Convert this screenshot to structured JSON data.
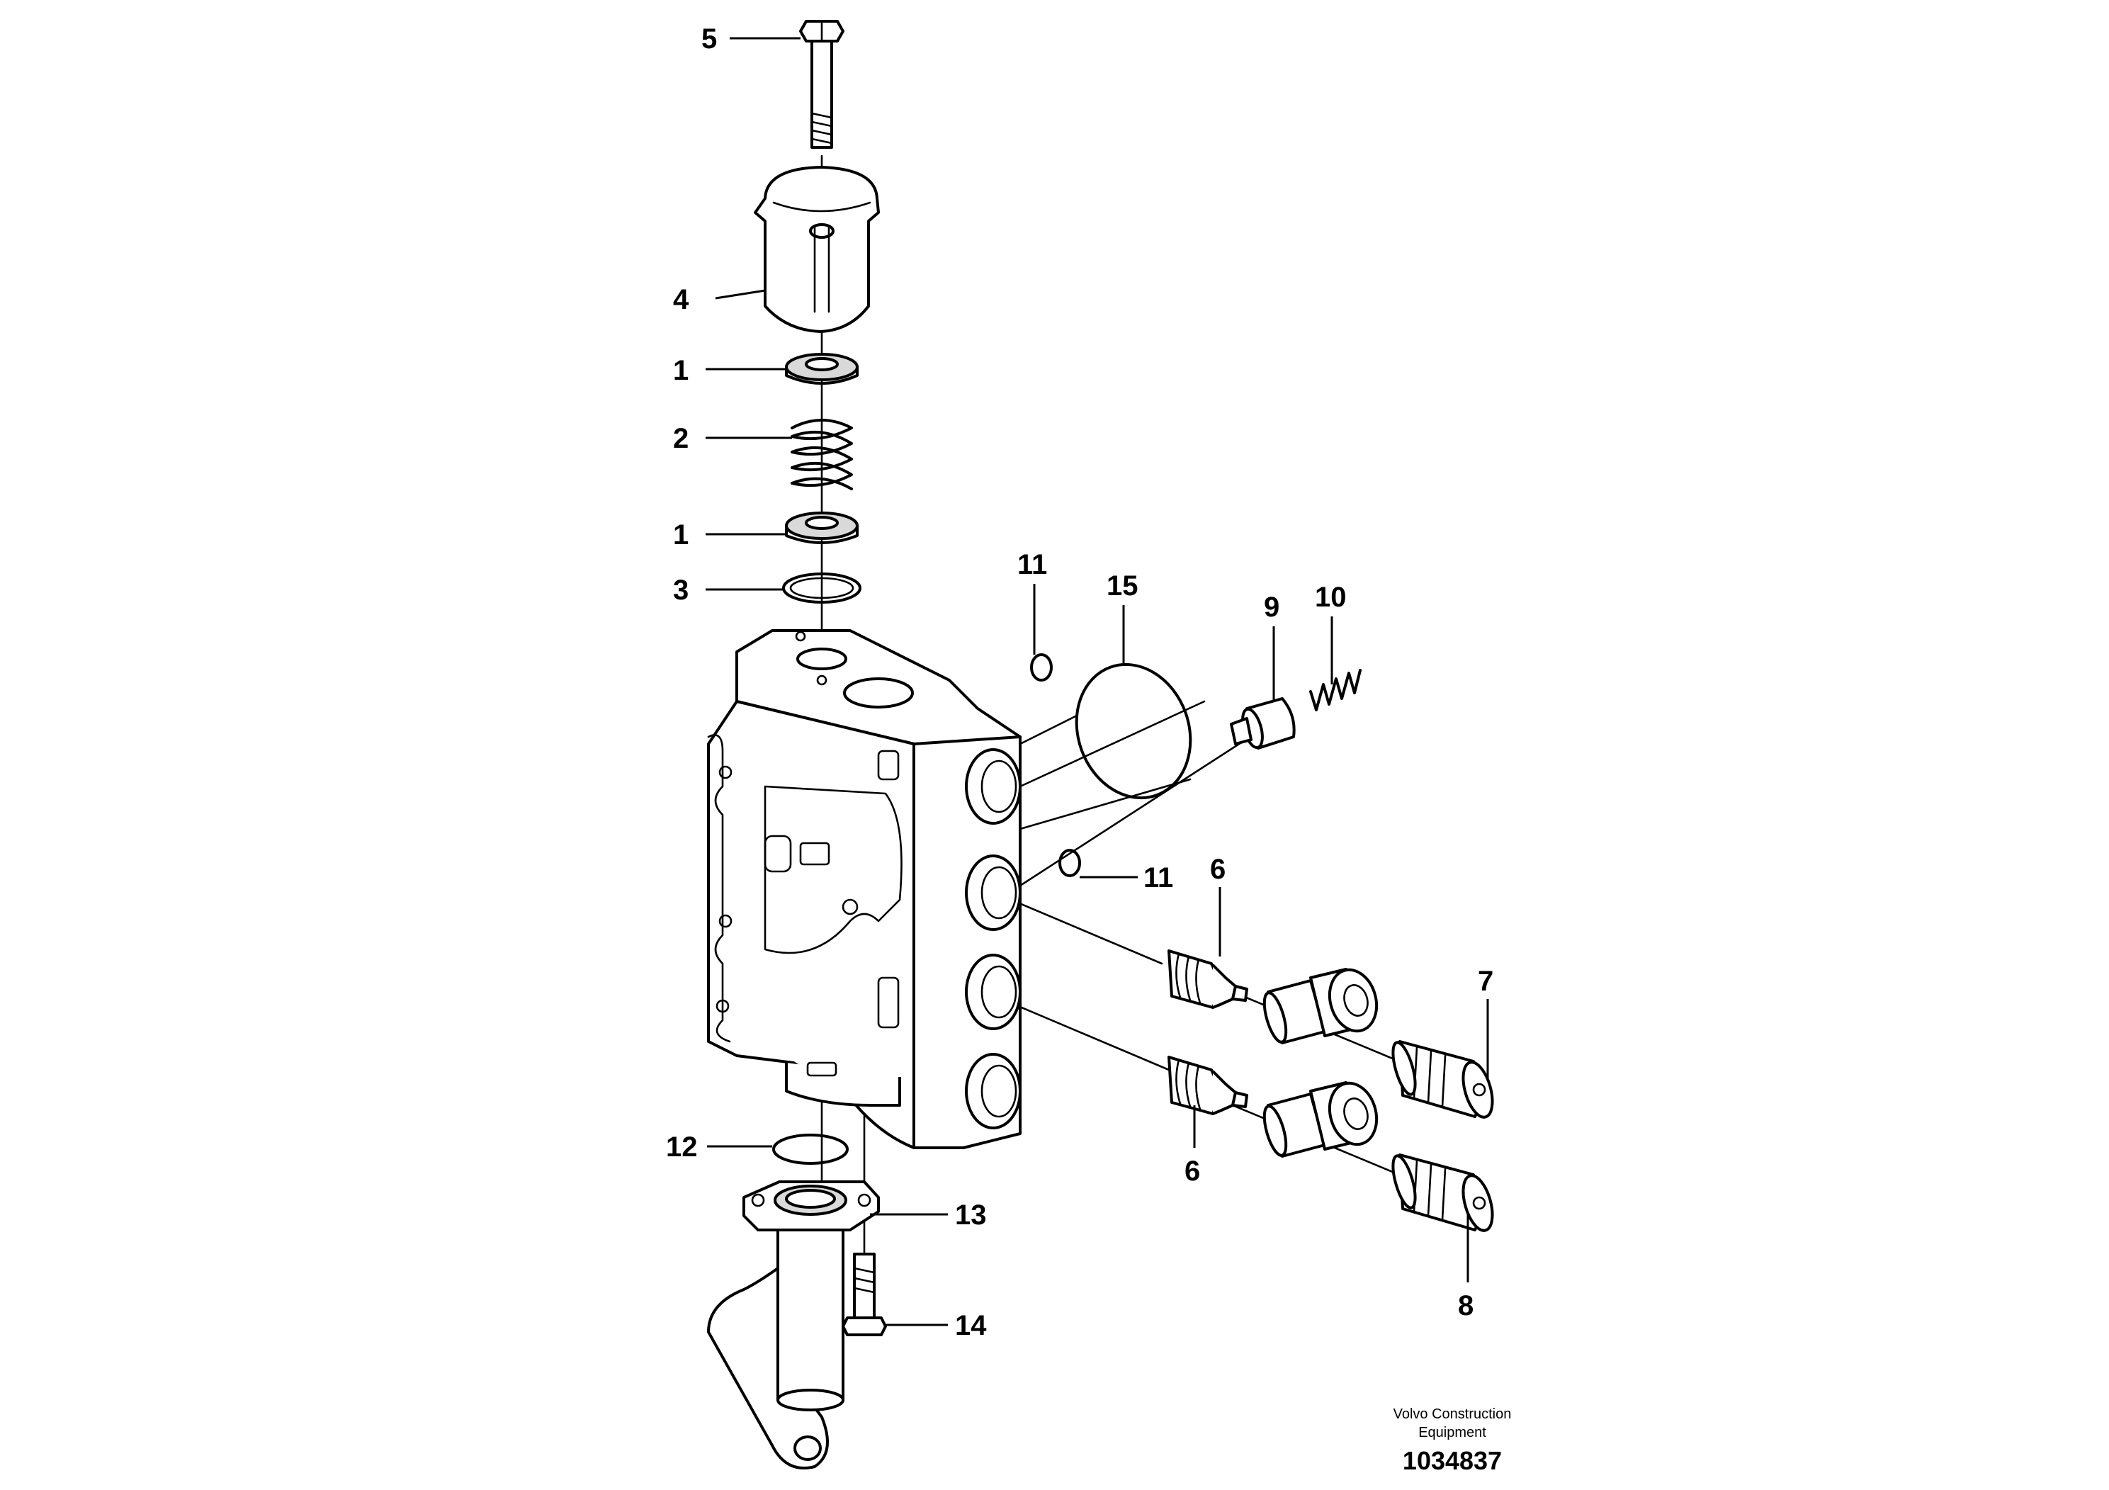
{
  "callouts": {
    "c5": "5",
    "c4": "4",
    "c1_top": "1",
    "c2": "2",
    "c1_bottom": "1",
    "c3": "3",
    "c11_top": "11",
    "c15": "15",
    "c9": "9",
    "c10": "10",
    "c11_mid": "11",
    "c6_top": "6",
    "c7": "7",
    "c6_bottom": "6",
    "c8": "8",
    "c12": "12",
    "c13": "13",
    "c14": "14"
  },
  "footer": {
    "brand_line1": "Volvo Construction",
    "brand_line2": "Equipment",
    "document_number": "1034837"
  }
}
